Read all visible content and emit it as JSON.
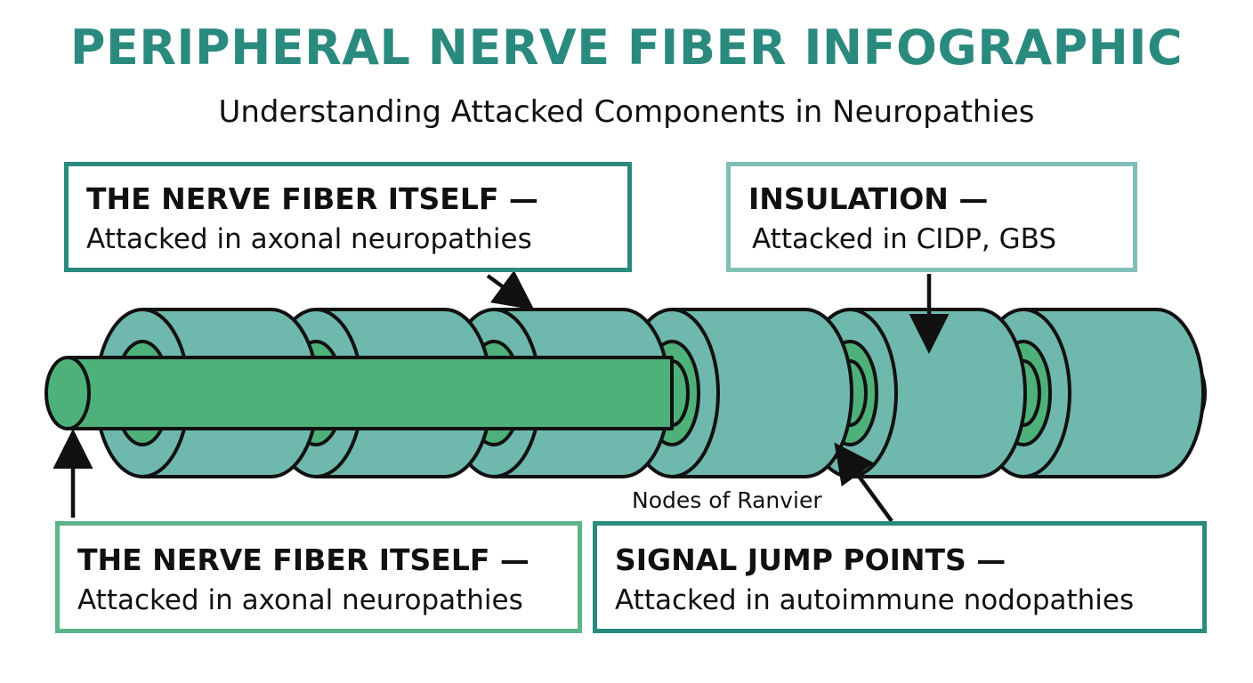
{
  "title": "PERIPHERAL NERVE FIBER INFOGRAPHIC",
  "subtitle": "Understanding Attacked Components in Neuropathies",
  "callouts": {
    "top_left": {
      "heading": "THE NERVE FIBER ITSELF —",
      "description": "Attacked in axonal neuropathies"
    },
    "top_right": {
      "heading": "INSULATION —",
      "description": "Attacked in CIDP, GBS"
    },
    "bottom_left": {
      "heading": "THE NERVE FIBER ITSELF —",
      "description": "Attacked in axonal neuropathies"
    },
    "bottom_right": {
      "heading": "SIGNAL JUMP POINTS —",
      "description": "Attacked in autoimmune nodopathies"
    }
  },
  "node_label": "Nodes of Ranvier",
  "colors": {
    "title": "#2a8a7e",
    "axon": "#4fb17a",
    "myelin": "#6fb8ad",
    "outline": "#111111",
    "border_dark_teal": "#2a8a7e",
    "border_light_teal": "#7fbfb6",
    "border_green": "#5cb58a"
  }
}
